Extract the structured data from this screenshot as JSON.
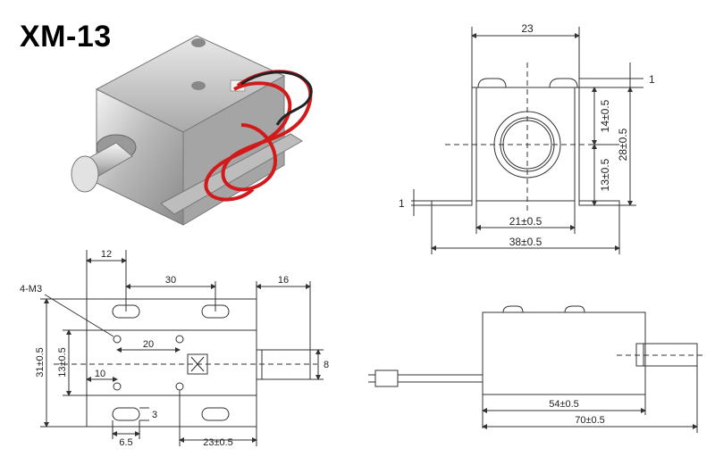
{
  "title": "XM-13",
  "front_view": {
    "width": "23",
    "tab_gap": "1",
    "upper": "14±0.5",
    "height": "28±0.5",
    "lower": "13±0.5",
    "flange_thickness": "1",
    "inner_width": "21±0.5",
    "total_width": "38±0.5"
  },
  "top_view": {
    "edge_offset": "12",
    "slot_spacing": "30",
    "plunger_length": "16",
    "thread_label": "4-M3",
    "hole_spacing": "20",
    "total_height": "31±0.5",
    "inner_height": "13±0.5",
    "hole_offset": "10",
    "plunger_dia": "8",
    "slot_width": "3",
    "bottom_offset": "6.5",
    "bottom_length": "23±0.5"
  },
  "side_view": {
    "body_length": "54±0.5",
    "total_length": "70±0.5"
  },
  "colors": {
    "line": "#333333",
    "metal": "#c8c8c8",
    "wire_red": "#d21a1a",
    "wire_black": "#222222"
  }
}
